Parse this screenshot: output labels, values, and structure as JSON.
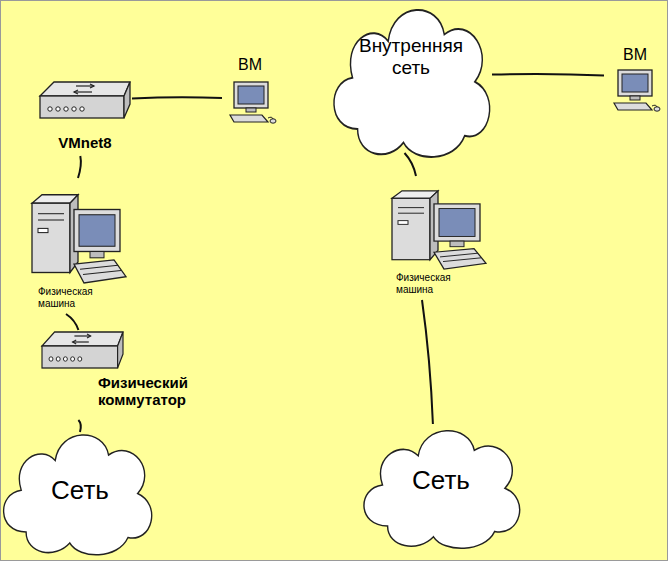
{
  "diagram": {
    "nodes": [
      {
        "text": [
          "VMnet8"
        ]
      },
      {
        "text": [
          "ВМ"
        ]
      },
      {
        "text": [
          "Внутренняя сеть"
        ]
      },
      {
        "text": [
          "ВМ"
        ]
      },
      {
        "text": [
          "Физическая машина"
        ]
      },
      {
        "text": [
          "Физическая машина"
        ]
      },
      {
        "text": [
          "Физический коммутатор"
        ]
      },
      {
        "text": [
          "Сеть"
        ]
      },
      {
        "text": [
          "Сеть"
        ]
      }
    ],
    "edges": [
      {
        "from": 0,
        "to": 1,
        "arrow": "none"
      },
      {
        "from": 0,
        "to": 4,
        "arrow": "none"
      },
      {
        "from": 4,
        "to": 6,
        "arrow": "none"
      },
      {
        "from": 6,
        "to": 7,
        "arrow": "none"
      },
      {
        "from": 2,
        "to": 3,
        "arrow": "none"
      },
      {
        "from": 2,
        "to": 5,
        "arrow": "none"
      },
      {
        "from": 5,
        "to": 8,
        "arrow": "none"
      }
    ]
  }
}
